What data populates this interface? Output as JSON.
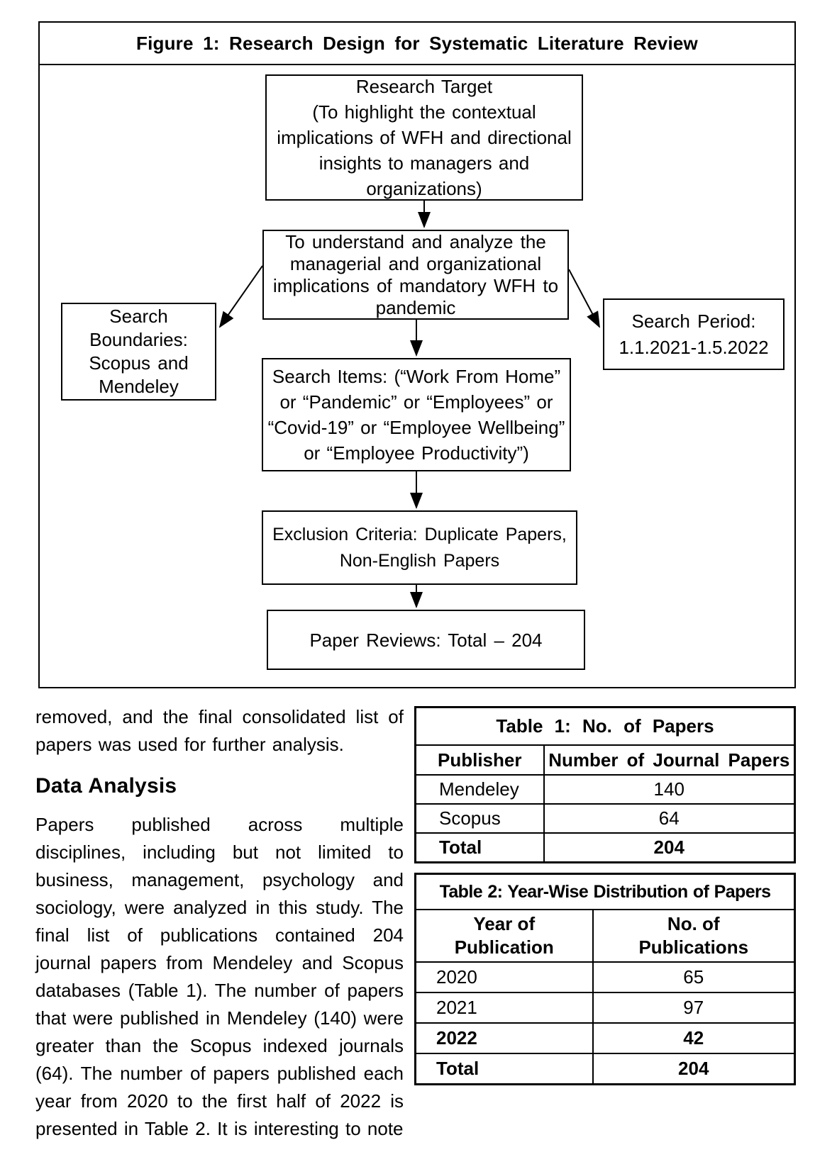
{
  "figure": {
    "title": "Figure 1: Research Design for Systematic Literature Review",
    "boxes": {
      "research_target": "Research Target\n(To highlight the contextual implications of WFH and directional insights to managers and organizations)",
      "objective": "To understand and analyze the managerial and organizational implications of mandatory WFH to pandemic",
      "search_boundaries": "Search\nBoundaries:\nScopus and\nMendeley",
      "search_period": "Search Period:\n1.1.2021-1.5.2022",
      "search_items": "Search Items: (“Work From Home” or “Pandemic” or “Employees” or “Covid-19” or “Employee Wellbeing” or “Employee Productivity”)",
      "exclusion_criteria": "Exclusion Criteria: Duplicate Papers,\nNon-English Papers",
      "paper_reviews": "Paper Reviews: Total – 204"
    }
  },
  "body": {
    "paragraph_1": "removed, and the final consolidated list of papers was used for further analysis.",
    "heading": "Data Analysis",
    "paragraph_2": "Papers published across multiple disciplines, including but not limited to business, management, psychology and sociology, were analyzed in this study. The final list of publications contained 204 journal papers from Mendeley and Scopus databases (Table 1). The number of papers that were published in Mendeley (140) were greater than the Scopus indexed journals (64). The number of papers published each year from 2020 to the first half of 2022 is presented in Table 2. It is interesting to note"
  },
  "table1": {
    "caption": "Table 1: No. of Papers",
    "headers": [
      "Publisher",
      "Number of Journal Papers"
    ],
    "rows": [
      {
        "label": "Mendeley",
        "value": "140"
      },
      {
        "label": "Scopus",
        "value": "64"
      },
      {
        "label": "Total",
        "value": "204"
      }
    ]
  },
  "table2": {
    "caption": "Table 2: Year-Wise Distribution of Papers",
    "headers": [
      "Year of\nPublication",
      "No. of\nPublications"
    ],
    "rows": [
      {
        "label": "2020",
        "value": "65"
      },
      {
        "label": "2021",
        "value": "97"
      },
      {
        "label": "2022",
        "value": "42"
      },
      {
        "label": "Total",
        "value": "204"
      }
    ]
  },
  "colors": {
    "ink": "#000000",
    "paper": "#ffffff"
  }
}
